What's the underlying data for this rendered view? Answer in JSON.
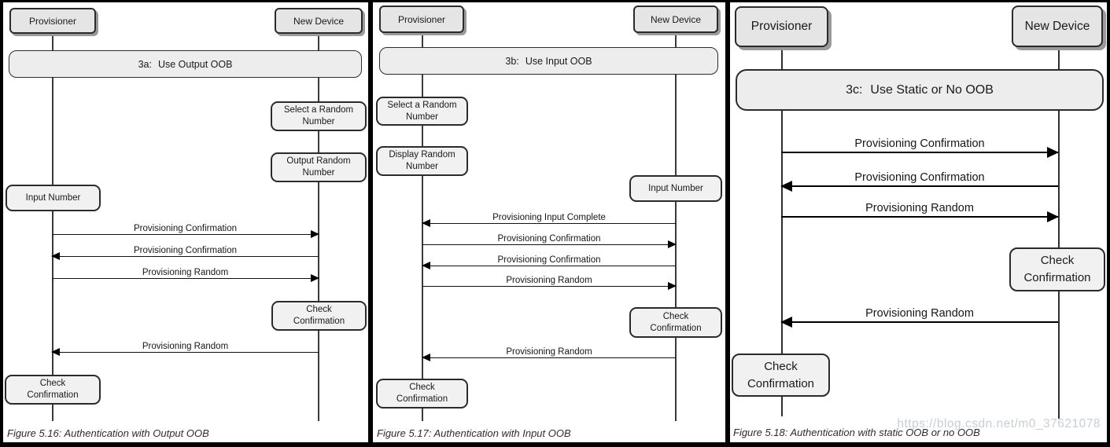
{
  "watermark": "https://blog.csdn.net/m0_37621078",
  "panels": [
    {
      "actors": {
        "left": "Provisioner",
        "right": "New Device"
      },
      "step": {
        "prefix": "3a:",
        "label": "Use Output OOB"
      },
      "notes": {
        "select_random": "Select a Random\nNumber",
        "output_random": "Output Random\nNumber",
        "input_number": "Input Number",
        "check_confirmation_device": "Check\nConfirmation",
        "check_confirmation_provisioner": "Check\nConfirmation"
      },
      "messages": [
        {
          "label": "Provisioning Confirmation",
          "direction": "right"
        },
        {
          "label": "Provisioning Confirmation",
          "direction": "left"
        },
        {
          "label": "Provisioning Random",
          "direction": "right"
        },
        {
          "label": "Provisioning Random",
          "direction": "left"
        }
      ],
      "caption": "Figure 5.16: Authentication with Output OOB"
    },
    {
      "actors": {
        "left": "Provisioner",
        "right": "New Device"
      },
      "step": {
        "prefix": "3b:",
        "label": "Use Input OOB"
      },
      "notes": {
        "select_random": "Select a Random\nNumber",
        "display_random": "Display Random\nNumber",
        "input_number": "Input Number",
        "check_confirmation_device": "Check\nConfirmation",
        "check_confirmation_provisioner": "Check\nConfirmation"
      },
      "messages": [
        {
          "label": "Provisioning Input Complete",
          "direction": "left"
        },
        {
          "label": "Provisioning Confirmation",
          "direction": "right"
        },
        {
          "label": "Provisioning Confirmation",
          "direction": "left"
        },
        {
          "label": "Provisioning Random",
          "direction": "right"
        },
        {
          "label": "Provisioning Random",
          "direction": "left"
        }
      ],
      "caption": "Figure 5.17: Authentication with Input OOB"
    },
    {
      "actors": {
        "left": "Provisioner",
        "right": "New Device"
      },
      "step": {
        "prefix": "3c:",
        "label": "Use Static or No OOB"
      },
      "notes": {
        "check_confirmation_device": "Check\nConfirmation",
        "check_confirmation_provisioner": "Check\nConfirmation"
      },
      "messages": [
        {
          "label": "Provisioning Confirmation",
          "direction": "right"
        },
        {
          "label": "Provisioning Confirmation",
          "direction": "left"
        },
        {
          "label": "Provisioning Random",
          "direction": "right"
        },
        {
          "label": "Provisioning Random",
          "direction": "left"
        }
      ],
      "caption": "Figure 5.18: Authentication with static OOB or no OOB"
    }
  ]
}
